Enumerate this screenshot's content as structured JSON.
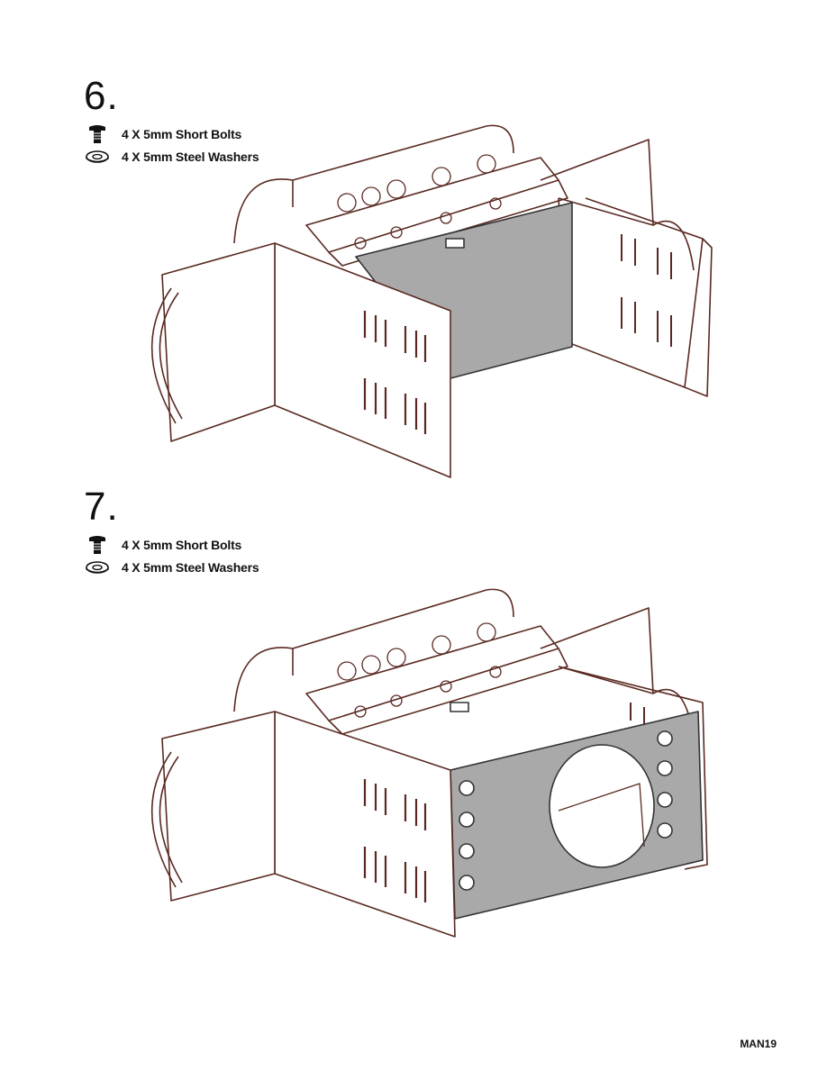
{
  "steps": [
    {
      "number": "6.",
      "parts": [
        {
          "icon": "bolt-icon",
          "text": "4 X 5mm Short Bolts"
        },
        {
          "icon": "washer-icon",
          "text": "4 X 5mm Steel Washers"
        }
      ]
    },
    {
      "number": "7.",
      "parts": [
        {
          "icon": "bolt-icon",
          "text": "4 X 5mm Short Bolts"
        },
        {
          "icon": "washer-icon",
          "text": "4 X 5mm Steel Washers"
        }
      ]
    }
  ],
  "footer": {
    "code": "MAN19"
  },
  "colors": {
    "line": "#5a2a22",
    "panel": "#a9a9a9",
    "ink": "#111111"
  }
}
